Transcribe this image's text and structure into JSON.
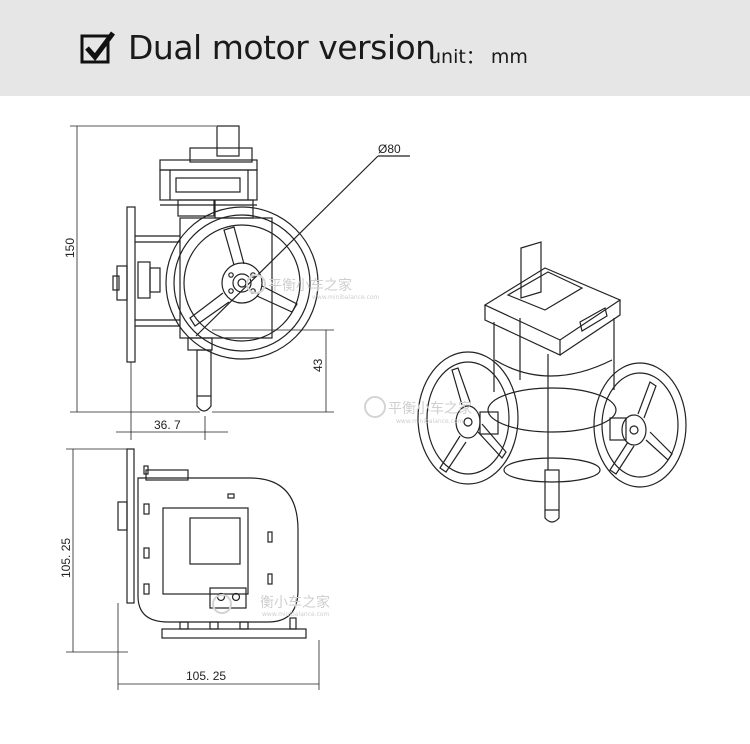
{
  "header": {
    "title": "Dual motor version",
    "unit": "unit： mm"
  },
  "front_view": {
    "diameter_label": "Ø80",
    "height_label": "150",
    "offset_label": "43",
    "width_label": "36. 7"
  },
  "side_view": {
    "height_label": "105. 25",
    "width_label": "105. 25"
  },
  "watermark": {
    "text": "平衡小车之家",
    "text_alt": "衡小车之家",
    "url": "www.minibalance.com"
  },
  "icons": {
    "check": "checkbox-checked-icon"
  },
  "colors": {
    "header_bg": "#e6e6e6",
    "line": "#222222"
  }
}
